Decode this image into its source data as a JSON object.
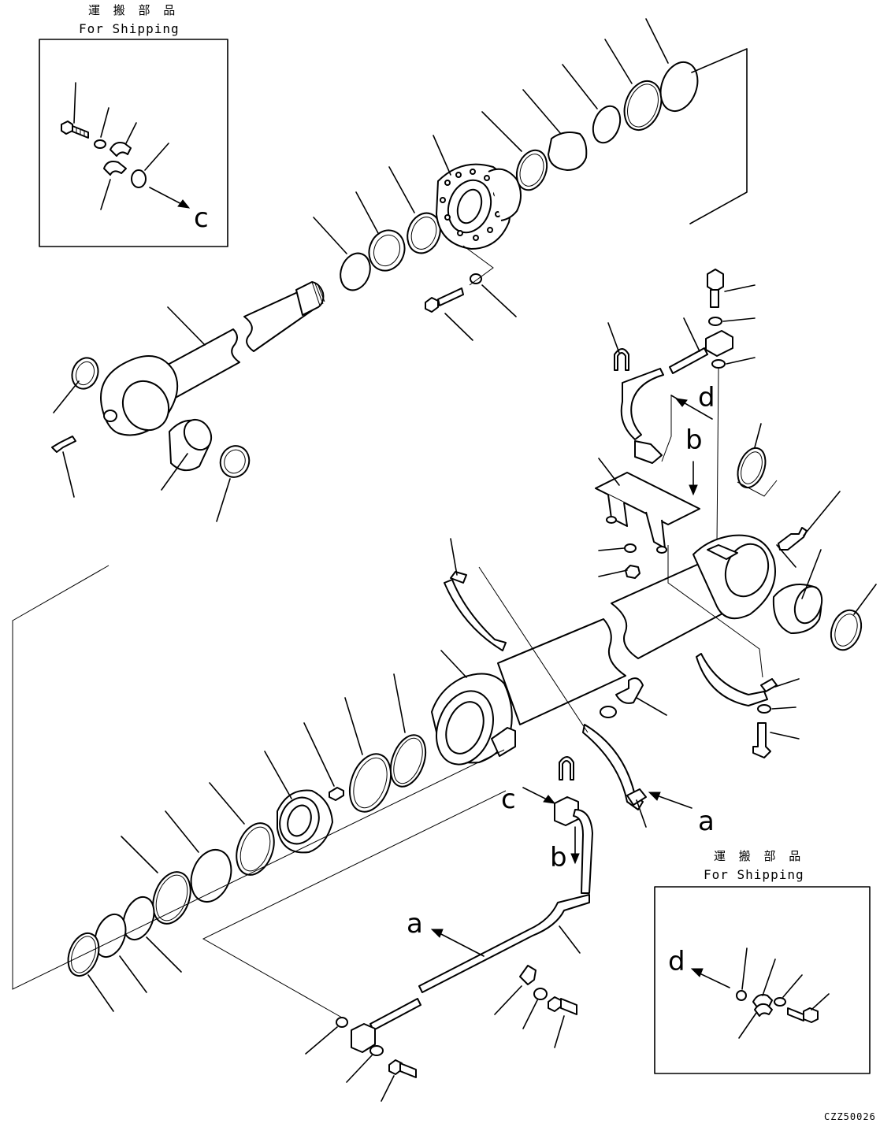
{
  "shipping_box_1": {
    "title_jp": "運 搬 部 品",
    "title_en": "For Shipping",
    "ref_letter": "c"
  },
  "shipping_box_2": {
    "title_jp": "運 搬 部 品",
    "title_en": "For Shipping",
    "ref_letter": "d"
  },
  "ref_letters": {
    "d_upper": "d",
    "b_upper": "b",
    "c_mid": "c",
    "b_mid": "b",
    "a_right": "a",
    "a_lower": "a"
  },
  "drawing_code": "CZZ50026"
}
